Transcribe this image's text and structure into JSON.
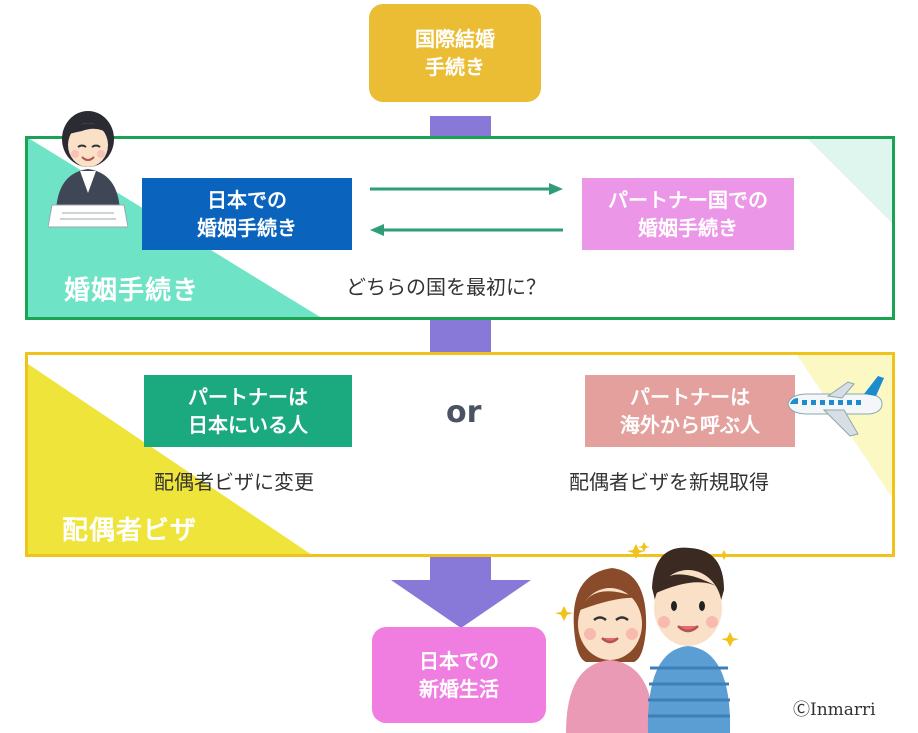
{
  "top": {
    "label": "国際結婚\n手続き"
  },
  "marriage": {
    "section_label": "婚姻手続き",
    "japan_box": "日本での\n婚姻手続き",
    "partner_box": "パートナー国での\n婚姻手続き",
    "question": "どちらの国を最初に？"
  },
  "visa": {
    "section_label": "配偶者ビザ",
    "left_box": "パートナーは\n日本にいる人",
    "right_box": "パートナーは\n海外から呼ぶ人",
    "or": "or",
    "left_caption": "配偶者ビザに変更",
    "right_caption": "配偶者ビザを新規取得"
  },
  "bottom": {
    "label": "日本での\n新婚生活"
  },
  "credit": "ⒸInmarri",
  "colors": {
    "top_box": "#eabd35",
    "marriage_border": "#1aa352",
    "marriage_accent": "#6fe3c6",
    "japan_box": "#0a63bd",
    "partner_box": "#eb96e6",
    "arrow": "#2f9e76",
    "visa_border": "#f0c21c",
    "visa_accent": "#eee43a",
    "visa_left_box": "#1ba980",
    "visa_right_box": "#e3a09d",
    "connector": "#8878d8",
    "bottom_box": "#ef7ee0"
  },
  "illustrations": [
    "office-worker-icon",
    "airplane-icon",
    "couple-illustration"
  ]
}
